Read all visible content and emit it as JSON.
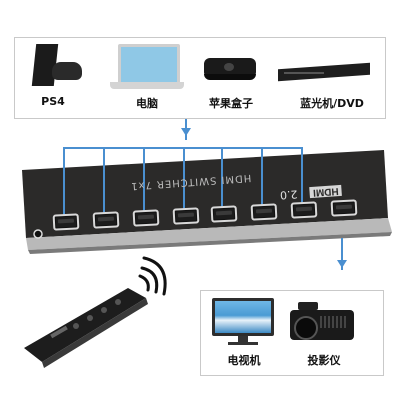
{
  "sources": [
    {
      "label": "PS4",
      "icon": "ps4-console-icon"
    },
    {
      "label": "电脑",
      "icon": "laptop-icon"
    },
    {
      "label": "苹果盒子",
      "icon": "apple-tv-box-icon"
    },
    {
      "label": "蓝光机/DVD",
      "icon": "bluray-player-icon"
    }
  ],
  "device": {
    "model_text": "HDMI SWITCHER 7x1",
    "logo_text": "HDMI",
    "version_text": "2.0",
    "port_count": 7
  },
  "outputs": [
    {
      "label": "电视机",
      "icon": "tv-icon"
    },
    {
      "label": "投影仪",
      "icon": "projector-icon"
    }
  ],
  "colors": {
    "connector": "#4a8fd0",
    "device_body": "#2b2a29",
    "panel_border": "#c9c9c9"
  }
}
